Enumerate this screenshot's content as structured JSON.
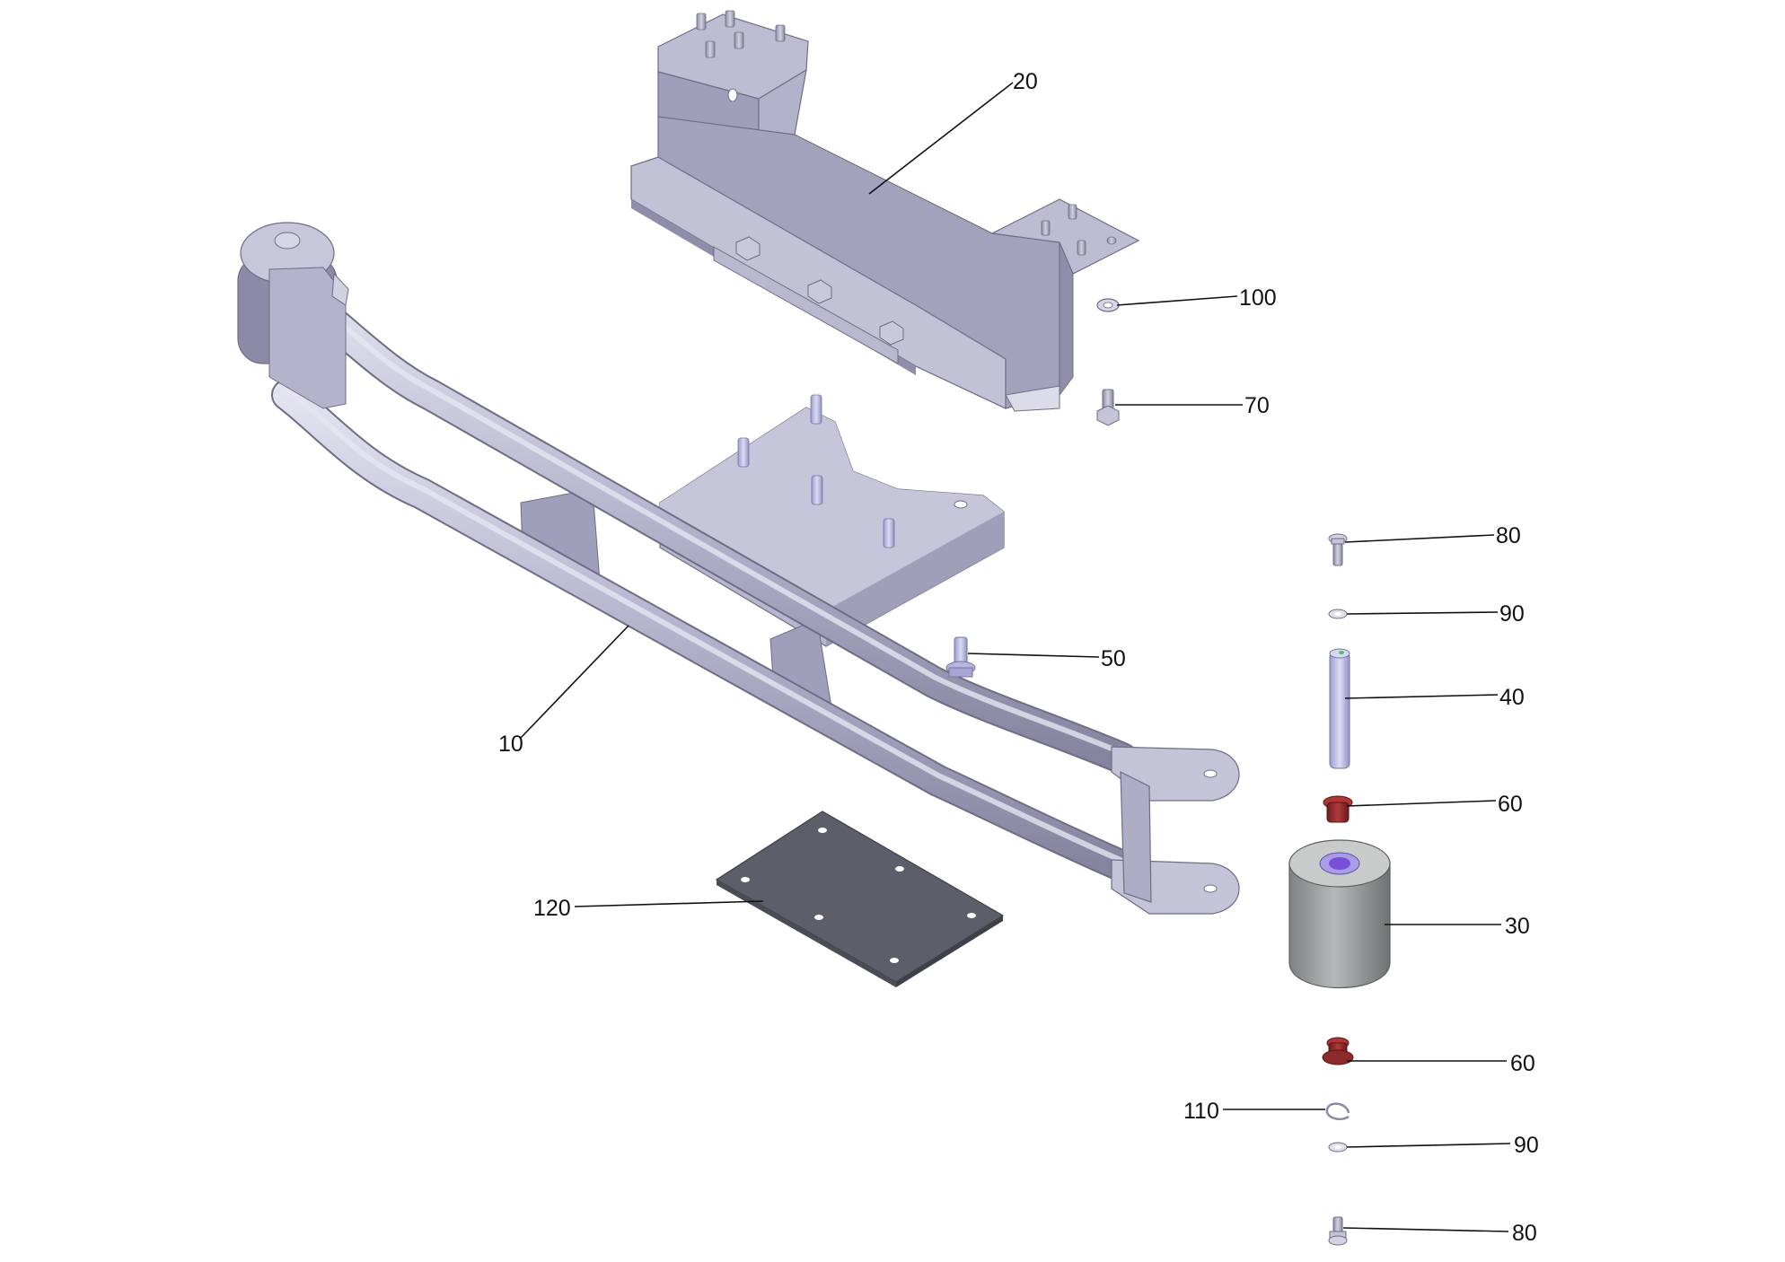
{
  "callouts": {
    "c10": "10",
    "c20": "20",
    "c30": "30",
    "c40": "40",
    "c50": "50",
    "c60a": "60",
    "c60b": "60",
    "c70": "70",
    "c80a": "80",
    "c80b": "80",
    "c90a": "90",
    "c90b": "90",
    "c100": "100",
    "c110": "110",
    "c120": "120"
  },
  "colors": {
    "metal_light": "#c9c8dd",
    "metal_mid": "#a9a8c2",
    "metal_dark": "#8e8ca8",
    "edge": "#6f6d86",
    "pad_dark": "#5c5e6a",
    "bushing_red": "#8e2a2a",
    "roller_grey": "#9a9c9c",
    "roller_purple": "#7a4fd8"
  }
}
